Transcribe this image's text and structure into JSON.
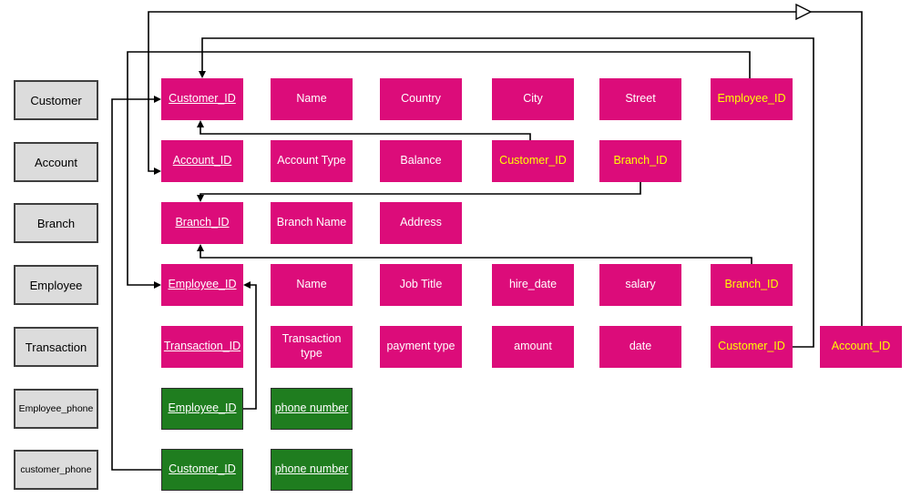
{
  "colors": {
    "pink": "#DC0C7A",
    "green": "#1F7D1F",
    "green_border": "#2E2E2E",
    "yellow": "#FFFF00",
    "gray_fill": "#DCDCDC",
    "gray_border": "#3F3F3F",
    "line": "#000000"
  },
  "entities": [
    {
      "label": "Customer",
      "small": false
    },
    {
      "label": "Account",
      "small": false
    },
    {
      "label": "Branch",
      "small": false
    },
    {
      "label": "Employee",
      "small": false
    },
    {
      "label": "Transaction",
      "small": false
    },
    {
      "label": "Employee_phone",
      "small": true
    },
    {
      "label": "customer_phone",
      "small": true
    }
  ],
  "attributes": [
    {
      "label": "Customer_ID",
      "row": 0,
      "col": 0,
      "kind": "pk",
      "wrap": false
    },
    {
      "label": "Name",
      "row": 0,
      "col": 1,
      "kind": "attr",
      "wrap": false
    },
    {
      "label": "Country",
      "row": 0,
      "col": 2,
      "kind": "attr",
      "wrap": false
    },
    {
      "label": "City",
      "row": 0,
      "col": 3,
      "kind": "attr",
      "wrap": false
    },
    {
      "label": "Street",
      "row": 0,
      "col": 4,
      "kind": "attr",
      "wrap": false
    },
    {
      "label": "Employee_ID",
      "row": 0,
      "col": 5,
      "kind": "fk",
      "wrap": false
    },
    {
      "label": "Account_ID",
      "row": 1,
      "col": 0,
      "kind": "pk",
      "wrap": false
    },
    {
      "label": "Account Type",
      "row": 1,
      "col": 1,
      "kind": "attr",
      "wrap": false
    },
    {
      "label": "Balance",
      "row": 1,
      "col": 2,
      "kind": "attr",
      "wrap": false
    },
    {
      "label": "Customer_ID",
      "row": 1,
      "col": 3,
      "kind": "fk",
      "wrap": false
    },
    {
      "label": "Branch_ID",
      "row": 1,
      "col": 4,
      "kind": "fk",
      "wrap": false
    },
    {
      "label": "Branch_ID",
      "row": 2,
      "col": 0,
      "kind": "pk",
      "wrap": false
    },
    {
      "label": "Branch Name",
      "row": 2,
      "col": 1,
      "kind": "attr",
      "wrap": false
    },
    {
      "label": "Address",
      "row": 2,
      "col": 2,
      "kind": "attr",
      "wrap": false
    },
    {
      "label": "Employee_ID",
      "row": 3,
      "col": 0,
      "kind": "pk",
      "wrap": false
    },
    {
      "label": "Name",
      "row": 3,
      "col": 1,
      "kind": "attr",
      "wrap": false
    },
    {
      "label": "Job Title",
      "row": 3,
      "col": 2,
      "kind": "attr",
      "wrap": false
    },
    {
      "label": "hire_date",
      "row": 3,
      "col": 3,
      "kind": "attr",
      "wrap": false
    },
    {
      "label": "salary",
      "row": 3,
      "col": 4,
      "kind": "attr",
      "wrap": false
    },
    {
      "label": "Branch_ID",
      "row": 3,
      "col": 5,
      "kind": "fk",
      "wrap": false
    },
    {
      "label": "Transaction_ID",
      "row": 4,
      "col": 0,
      "kind": "pk",
      "wrap": false
    },
    {
      "label": "Transaction type",
      "row": 4,
      "col": 1,
      "kind": "attr",
      "wrap": true
    },
    {
      "label": "payment type",
      "row": 4,
      "col": 2,
      "kind": "attr",
      "wrap": false
    },
    {
      "label": "amount",
      "row": 4,
      "col": 3,
      "kind": "attr",
      "wrap": false
    },
    {
      "label": "date",
      "row": 4,
      "col": 4,
      "kind": "attr",
      "wrap": false
    },
    {
      "label": "Customer_ID",
      "row": 4,
      "col": 5,
      "kind": "fk",
      "wrap": false
    },
    {
      "label": "Account_ID",
      "row": 4,
      "col": 6,
      "kind": "fk",
      "wrap": false
    },
    {
      "label": "Employee_ID",
      "row": 5,
      "col": 0,
      "kind": "gpk",
      "wrap": false
    },
    {
      "label": "phone number",
      "row": 5,
      "col": 1,
      "kind": "gpk",
      "wrap": true
    },
    {
      "label": "Customer_ID",
      "row": 6,
      "col": 0,
      "kind": "gpk",
      "wrap": false
    },
    {
      "label": "phone number",
      "row": 6,
      "col": 1,
      "kind": "gpk",
      "wrap": true
    }
  ],
  "relationships": [
    {
      "from": "customer_phone.Customer_ID",
      "to": "Customer.Customer_ID",
      "marker": "arrow"
    },
    {
      "from": "Customer.Employee_ID",
      "to": "Employee.Employee_ID",
      "marker": "arrow"
    },
    {
      "from": "Transaction.Account_ID",
      "to": "Account.Account_ID",
      "marker": "arrow-and-hollow-triangle"
    },
    {
      "from": "Transaction.Customer_ID",
      "to": "Customer.Customer_ID",
      "marker": "arrow"
    },
    {
      "from": "Account.Customer_ID",
      "to": "Customer.Customer_ID",
      "marker": "arrow"
    },
    {
      "from": "Account.Branch_ID",
      "to": "Branch.Branch_ID",
      "marker": "arrow"
    },
    {
      "from": "Employee.Branch_ID",
      "to": "Branch.Branch_ID",
      "marker": "arrow"
    },
    {
      "from": "Employee_phone.Employee_ID",
      "to": "Employee.Employee_ID",
      "marker": "arrow"
    }
  ]
}
